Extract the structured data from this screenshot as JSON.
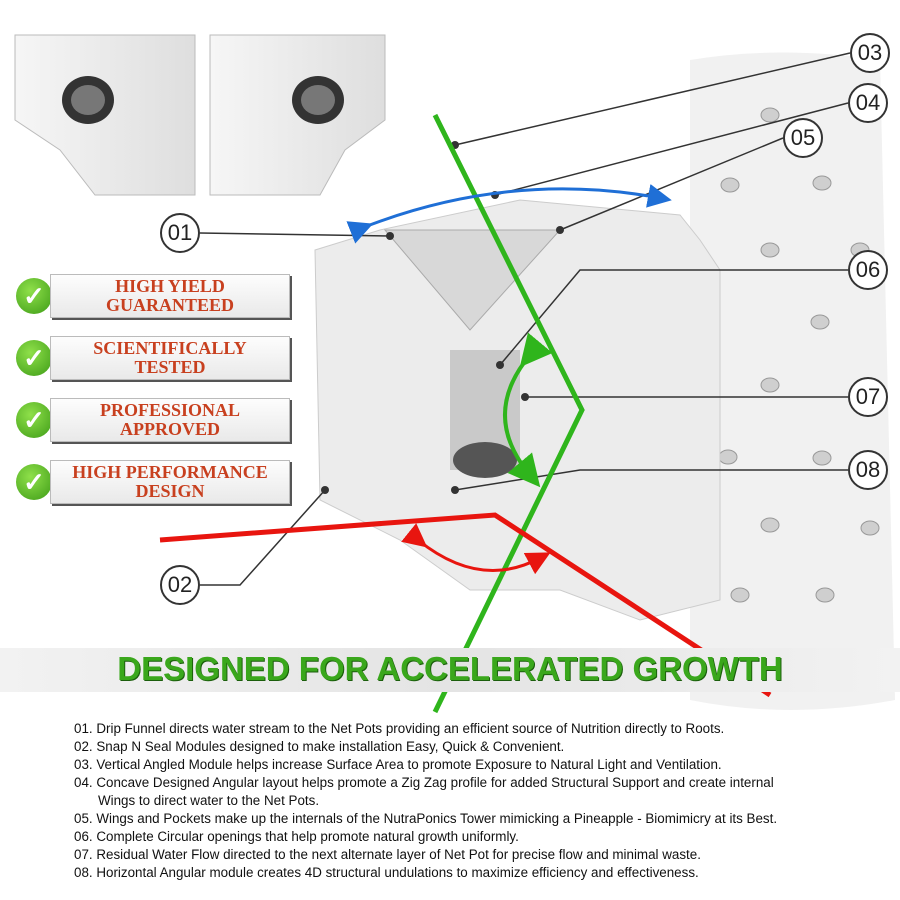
{
  "callouts": [
    "01",
    "02",
    "03",
    "04",
    "05",
    "06",
    "07",
    "08"
  ],
  "badges": [
    {
      "line1": "HIGH YIELD",
      "line2": "GUARANTEED"
    },
    {
      "line1": "SCIENTIFICALLY",
      "line2": "TESTED"
    },
    {
      "line1": "PROFESSIONAL",
      "line2": "APPROVED"
    },
    {
      "line1": "HIGH PERFORMANCE",
      "line2": "DESIGN"
    }
  ],
  "banner": "DESIGNED FOR ACCELERATED GROWTH",
  "notes": [
    "01. Drip Funnel directs water stream to the Net Pots providing an efficient source of Nutrition directly to Roots.",
    "02. Snap N Seal Modules designed to make installation Easy, Quick & Convenient.",
    "03. Vertical Angled Module helps increase Surface Area to promote Exposure to Natural Light and Ventilation.",
    "04. Concave Designed Angular layout helps promote a Zig Zag profile for added Structural Support and create internal",
    "Wings to direct water to the Net Pots.",
    "05. Wings and Pockets make up the internals of the NutraPonics Tower mimicking a Pineapple - Biomimicry at its Best.",
    "06. Complete Circular openings that help promote natural growth uniformly.",
    "07. Residual Water Flow directed to the next alternate layer of Net Pot for precise flow and minimal waste.",
    "08. Horizontal Angular module creates 4D structural undulations to maximize efficiency and effectiveness."
  ],
  "colors": {
    "green": "#2fb51c",
    "red": "#e8150f",
    "blue": "#1f6fd6",
    "badge_text": "#c8401f"
  }
}
